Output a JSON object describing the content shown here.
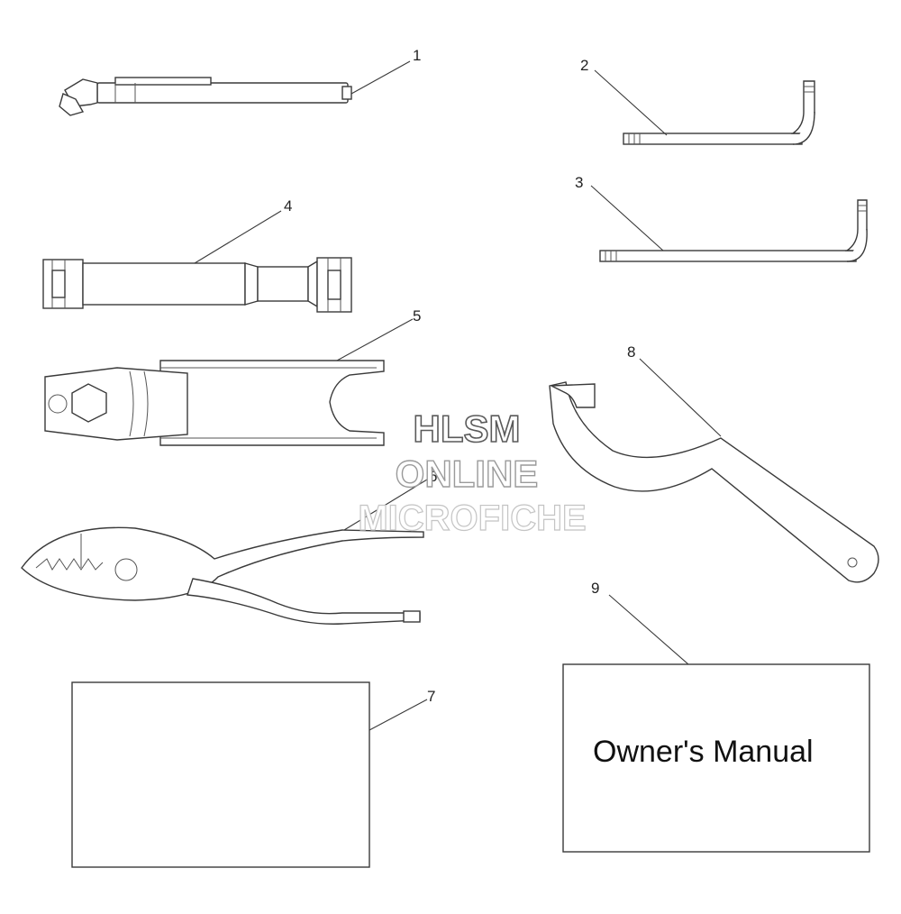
{
  "callouts": {
    "c1": "1",
    "c2": "2",
    "c3": "3",
    "c4": "4",
    "c5": "5",
    "c6": "6",
    "c7": "7",
    "c8": "8",
    "c9": "9"
  },
  "manual_label": "Owner's Manual",
  "watermark": {
    "line1": "HLSM",
    "line2": "ONLINE",
    "line3": "MICROFICHE"
  },
  "colors": {
    "line": "#3a3a3a",
    "background": "#ffffff",
    "watermark_stroke": "#9a9a9a"
  }
}
